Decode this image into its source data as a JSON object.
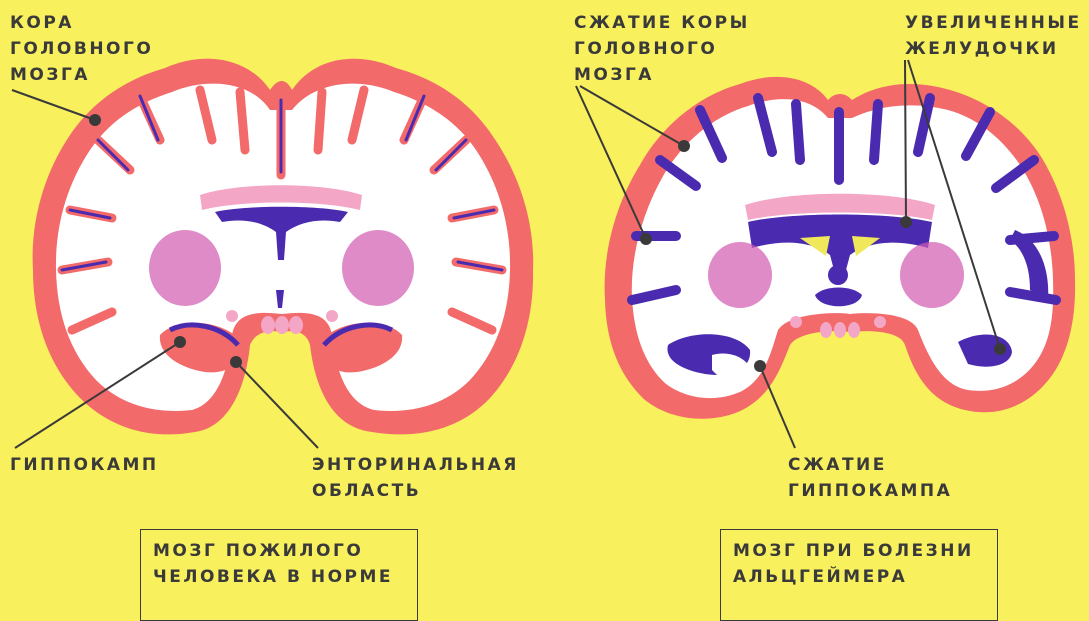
{
  "colors": {
    "background": "#f8f05c",
    "cortex": "#f26a6a",
    "white_matter": "#ffffff",
    "ventricle": "#4a2bb0",
    "basal_ganglia": "#d25ab0",
    "pink": "#f4a6c6",
    "ventricle_fluid": "#f0e85a",
    "text": "#3a3a3a"
  },
  "healthy": {
    "label_cortex": "КОРА\nГОЛОВНОГО\nМОЗГА",
    "label_hippocampus": "ГИППОКАМП",
    "label_entorhinal": "ЭНТОРИНАЛЬНАЯ\nОБЛАСТЬ",
    "caption": "МОЗГ ПОЖИЛОГО\nЧЕЛОВЕКА В НОРМЕ"
  },
  "alzheimer": {
    "label_cortex_shrink": "СЖАТИЕ КОРЫ\nГОЛОВНОГО\nМОЗГА",
    "label_ventricles": "УВЕЛИЧЕННЫЕ\nЖЕЛУДОЧКИ",
    "label_hippocampus_shrink": "СЖАТИЕ\nГИППОКАМПА",
    "caption": "МОЗГ ПРИ БОЛЕЗНИ\nАЛЬЦГЕЙМЕРА"
  }
}
